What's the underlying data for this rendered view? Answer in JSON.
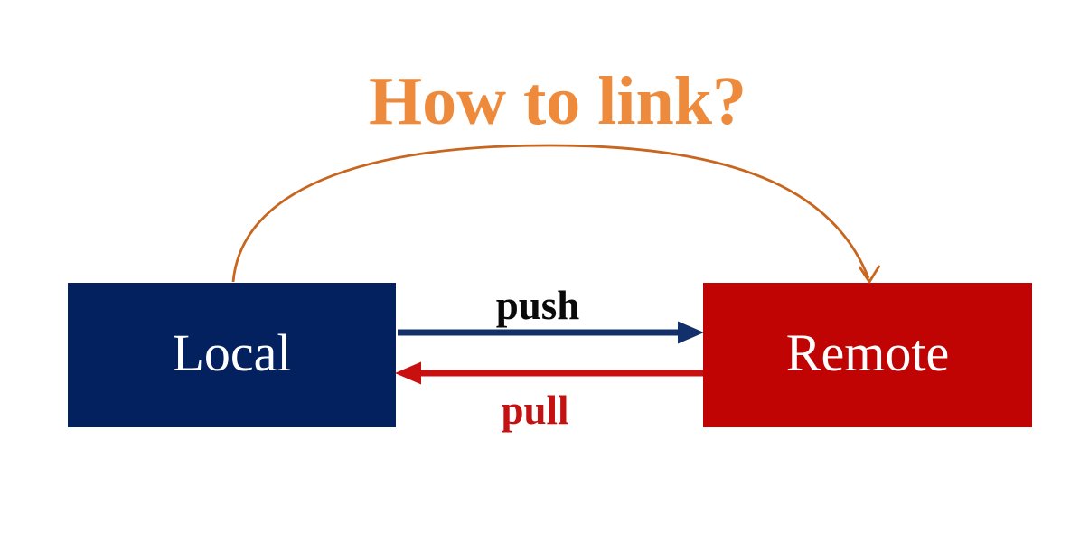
{
  "title": {
    "text": "How to link?"
  },
  "nodes": {
    "local": {
      "label": "Local"
    },
    "remote": {
      "label": "Remote"
    }
  },
  "arrows": {
    "push": {
      "label": "push",
      "from": "Local",
      "to": "Remote",
      "style": "straight"
    },
    "pull": {
      "label": "pull",
      "from": "Remote",
      "to": "Local",
      "style": "straight"
    },
    "link": {
      "label": "",
      "from": "Local",
      "to": "Remote",
      "style": "curved"
    }
  },
  "colors": {
    "background": "#FFFFFF",
    "title": "#EE8A3C",
    "navy_box": "#03215F",
    "red_box": "#C00404",
    "box_text": "#FFFFFF",
    "push_arrow": "#13306A",
    "pull_arrow": "#C81010",
    "push_label": "#0A0A0A",
    "pull_label": "#C41111",
    "curve": "#C8651E"
  }
}
